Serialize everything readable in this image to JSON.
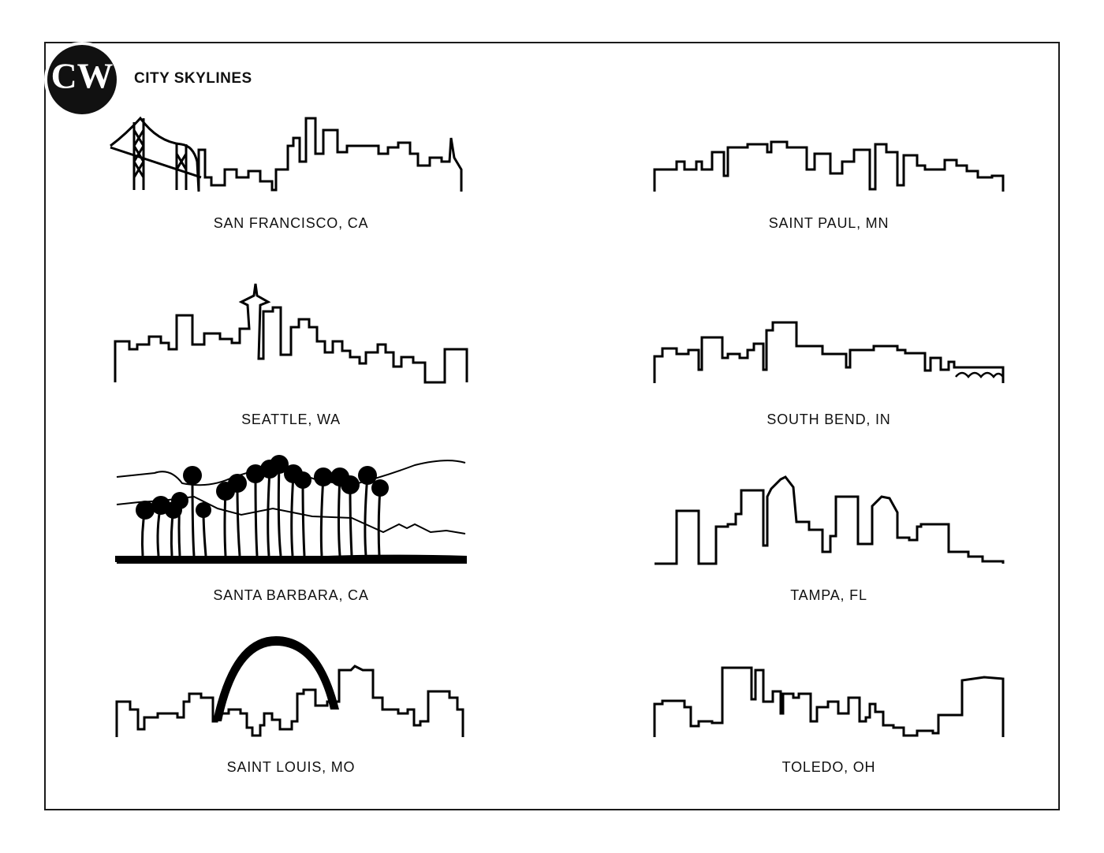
{
  "header": {
    "logo_text": "CW",
    "title": "CITY SKYLINES"
  },
  "skylines": [
    {
      "caption": "SAN FRANCISCO, CA",
      "icon": "san-francisco-skyline-icon"
    },
    {
      "caption": "SAINT PAUL, MN",
      "icon": "saint-paul-skyline-icon"
    },
    {
      "caption": "SEATTLE, WA",
      "icon": "seattle-skyline-icon"
    },
    {
      "caption": "SOUTH BEND, IN",
      "icon": "south-bend-skyline-icon"
    },
    {
      "caption": "SANTA BARBARA, CA",
      "icon": "santa-barbara-skyline-icon"
    },
    {
      "caption": "TAMPA, FL",
      "icon": "tampa-skyline-icon"
    },
    {
      "caption": "SAINT LOUIS, MO",
      "icon": "saint-louis-skyline-icon"
    },
    {
      "caption": "TOLEDO, OH",
      "icon": "toledo-skyline-icon"
    }
  ]
}
